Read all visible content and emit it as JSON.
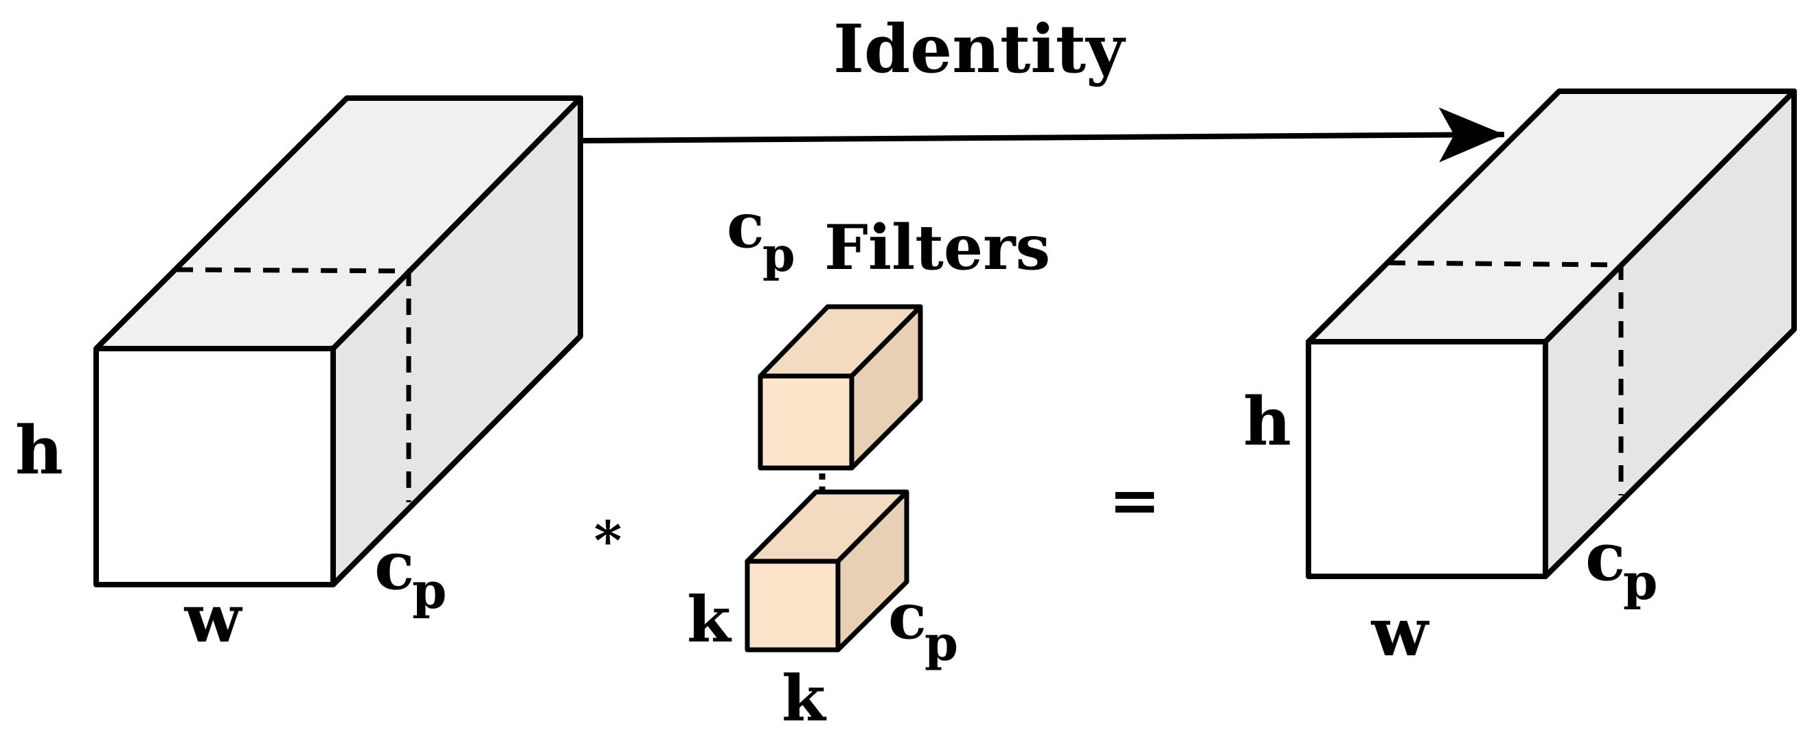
{
  "title": "Identity",
  "left_tensor": {
    "height_label": "h",
    "width_label": "w",
    "depth_label": "c",
    "depth_sub": "p"
  },
  "filters": {
    "title_main": "c",
    "title_sub": "p",
    "title_suffix": "Filters",
    "height_label": "k",
    "width_label": "k",
    "depth_label": "c",
    "depth_sub": "p"
  },
  "operator_conv": "*",
  "operator_equals": "=",
  "right_tensor": {
    "height_label": "h",
    "width_label": "w",
    "depth_label": "c",
    "depth_sub": "p"
  },
  "colors": {
    "stroke": "#000000",
    "box_front": "#ffffff",
    "box_top": "#f0f0f0",
    "box_side": "#e5e5e5",
    "filter_front": "#fde5cc",
    "filter_top": "#f2dbc0",
    "filter_side": "#e8d0b4"
  }
}
